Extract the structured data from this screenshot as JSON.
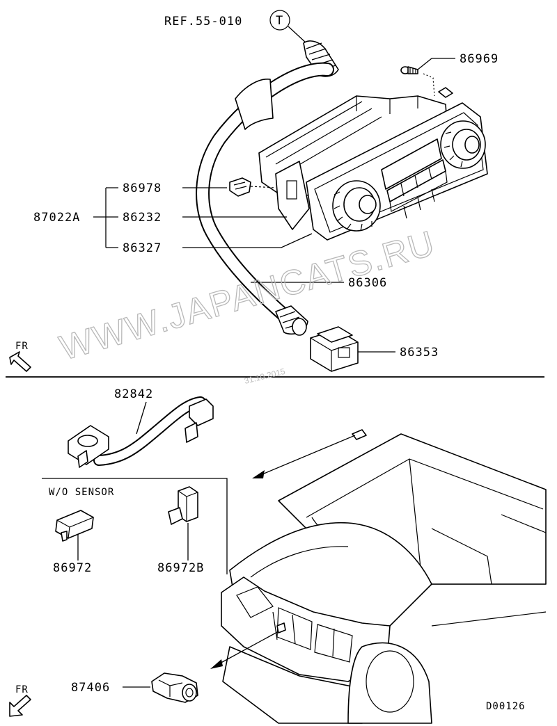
{
  "top": {
    "ref_label": "REF.55-010",
    "ref_circle_letter": "T",
    "fr_label": "FR",
    "callouts": {
      "p86969": "86969",
      "p86978": "86978",
      "p87022A": "87022A",
      "p86232": "86232",
      "p86327": "86327",
      "p86306": "86306",
      "p86353": "86353"
    }
  },
  "bottom": {
    "p82842": "82842",
    "wo_sensor": "W/O SENSOR",
    "p86972": "86972",
    "p86972B": "86972B",
    "p87406": "87406",
    "fr_label": "FR",
    "diagram_code": "D00126"
  },
  "watermark": {
    "text": "WWW.JAPANCATS.RU",
    "date": "31.10.2015"
  }
}
